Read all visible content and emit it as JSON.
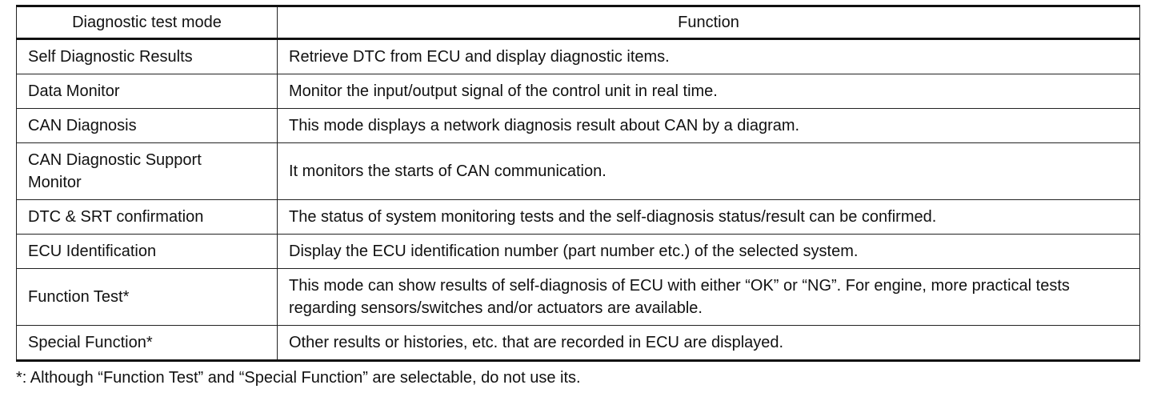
{
  "table": {
    "headers": [
      "Diagnostic test mode",
      "Function"
    ],
    "rows": [
      {
        "mode": "Self Diagnostic Results",
        "function": "Retrieve DTC from ECU and display diagnostic items."
      },
      {
        "mode": "Data Monitor",
        "function": "Monitor the input/output signal of the control unit in real time."
      },
      {
        "mode": "CAN Diagnosis",
        "function": "This mode displays a network diagnosis result about CAN by a diagram."
      },
      {
        "mode": "CAN Diagnostic Support Monitor",
        "function": "It monitors the starts of CAN communication."
      },
      {
        "mode": "DTC & SRT confirmation",
        "function": "The status of system monitoring tests and the self-diagnosis status/result can be confirmed."
      },
      {
        "mode": "ECU Identification",
        "function": "Display the ECU identification number (part number etc.) of the selected system."
      },
      {
        "mode": "Function Test*",
        "function": "This mode can show results of self-diagnosis of ECU with either “OK” or “NG”. For engine, more practical tests regarding sensors/switches and/or actuators are available."
      },
      {
        "mode": "Special Function*",
        "function": "Other results or histories, etc. that are recorded in ECU are displayed."
      }
    ]
  },
  "footnote": "*: Although “Function Test” and “Special Function” are selectable, do not use its."
}
